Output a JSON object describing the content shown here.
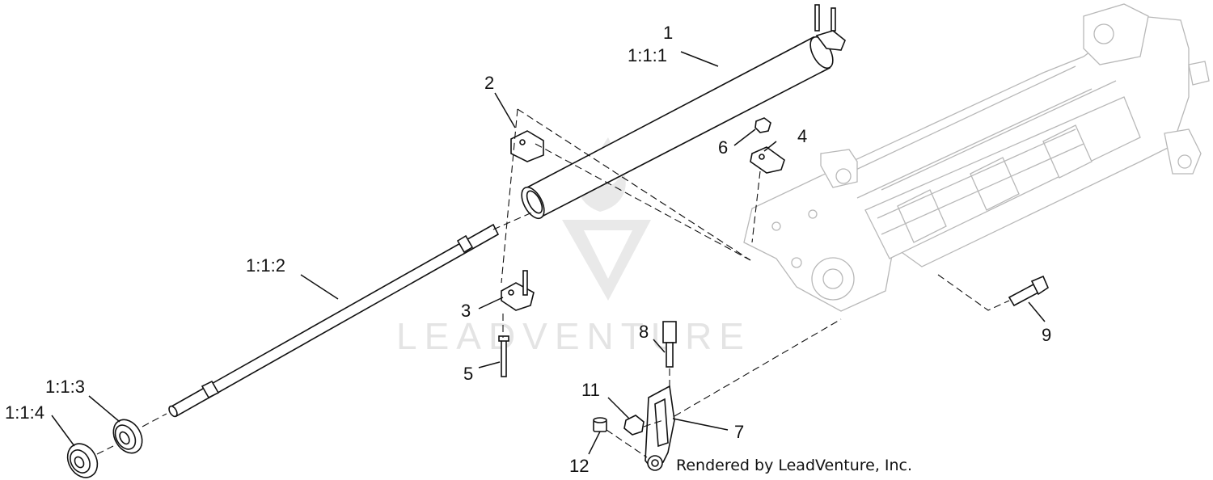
{
  "watermark": {
    "text": "LEADVENTURE"
  },
  "credit": {
    "text": "Rendered by LeadVenture, Inc."
  },
  "callouts": [
    {
      "id": "1",
      "label": "1"
    },
    {
      "id": "1-1-1",
      "label": "1:1:1"
    },
    {
      "id": "2",
      "label": "2"
    },
    {
      "id": "3",
      "label": "3"
    },
    {
      "id": "4",
      "label": "4"
    },
    {
      "id": "5",
      "label": "5"
    },
    {
      "id": "6",
      "label": "6"
    },
    {
      "id": "7",
      "label": "7"
    },
    {
      "id": "8",
      "label": "8"
    },
    {
      "id": "9",
      "label": "9"
    },
    {
      "id": "11",
      "label": "11"
    },
    {
      "id": "12",
      "label": "12"
    },
    {
      "id": "1-1-2",
      "label": "1:1:2"
    },
    {
      "id": "1-1-3",
      "label": "1:1:3"
    },
    {
      "id": "1-1-4",
      "label": "1:1:4"
    }
  ]
}
